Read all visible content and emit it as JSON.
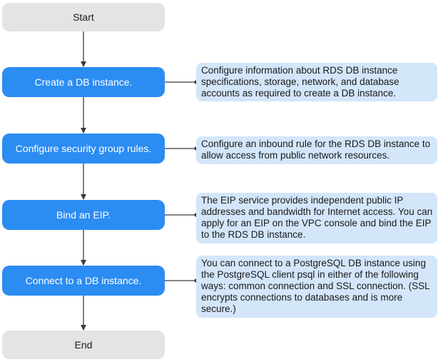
{
  "start": {
    "label": "Start"
  },
  "end": {
    "label": "End"
  },
  "steps": [
    {
      "label": "Create a DB instance.",
      "note": "Configure information about RDS DB instance specifications, storage, network, and database accounts as required to create a DB instance."
    },
    {
      "label": "Configure security group rules.",
      "note": "Configure an inbound rule for the RDS DB instance to allow access from public network resources."
    },
    {
      "label": "Bind an EIP.",
      "note": "The EIP service provides independent public IP addresses and bandwidth for Internet access. You can apply for an EIP on the VPC console and bind the EIP to the RDS DB instance."
    },
    {
      "label": "Connect to a DB instance.",
      "note": "You can connect to a PostgreSQL DB instance using the PostgreSQL client psql in either of the following ways: common connection and SSL connection. (SSL encrypts connections to databases and is more secure.)"
    }
  ],
  "colors": {
    "step_fill": "#2b8cf2",
    "terminal_fill": "#e4e4e4",
    "note_fill": "#d3e6fa",
    "connector": "#3a3a3a"
  }
}
